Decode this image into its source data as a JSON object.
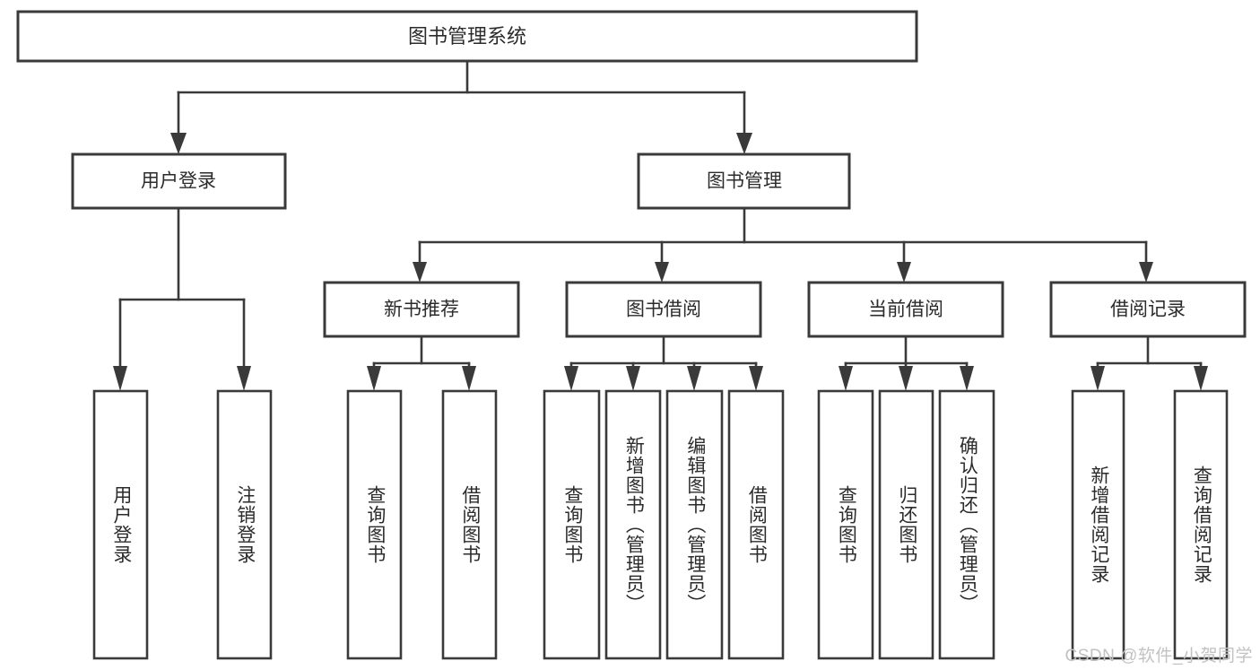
{
  "chart_data": {
    "type": "diagram",
    "diagram_kind": "functional-hierarchy-tree",
    "title": "图书管理系统",
    "orientation": "top-down",
    "levels": 4,
    "node_count": 20,
    "colors": {
      "background": "#ffffff",
      "box_fill": "#ffffff",
      "box_stroke": "#3a3a3a",
      "connector": "#3a3a3a",
      "label_text": "#2b2b2b",
      "watermark": "#c2c2c2"
    },
    "nodes": [
      {
        "id": "root",
        "label": "图书管理系统",
        "level": 0,
        "parent": null,
        "text_orientation": "horizontal"
      },
      {
        "id": "login",
        "label": "用户登录",
        "level": 1,
        "parent": "root",
        "text_orientation": "horizontal"
      },
      {
        "id": "bookmgmt",
        "label": "图书管理",
        "level": 1,
        "parent": "root",
        "text_orientation": "horizontal"
      },
      {
        "id": "newbook",
        "label": "新书推荐",
        "level": 2,
        "parent": "bookmgmt",
        "text_orientation": "horizontal"
      },
      {
        "id": "borrow",
        "label": "图书借阅",
        "level": 2,
        "parent": "bookmgmt",
        "text_orientation": "horizontal"
      },
      {
        "id": "current",
        "label": "当前借阅",
        "level": 2,
        "parent": "bookmgmt",
        "text_orientation": "horizontal"
      },
      {
        "id": "records",
        "label": "借阅记录",
        "level": 2,
        "parent": "bookmgmt",
        "text_orientation": "horizontal"
      },
      {
        "id": "login-1",
        "label": "用户登录",
        "level": 2,
        "parent": "login",
        "text_orientation": "vertical"
      },
      {
        "id": "login-2",
        "label": "注销登录",
        "level": 2,
        "parent": "login",
        "text_orientation": "vertical"
      },
      {
        "id": "newbook-1",
        "label": "查询图书",
        "level": 3,
        "parent": "newbook",
        "text_orientation": "vertical"
      },
      {
        "id": "newbook-2",
        "label": "借阅图书",
        "level": 3,
        "parent": "newbook",
        "text_orientation": "vertical"
      },
      {
        "id": "borrow-1",
        "label": "查询图书",
        "level": 3,
        "parent": "borrow",
        "text_orientation": "vertical"
      },
      {
        "id": "borrow-2",
        "label": "新增图书（管理员）",
        "level": 3,
        "parent": "borrow",
        "text_orientation": "vertical"
      },
      {
        "id": "borrow-3",
        "label": "编辑图书（管理员）",
        "level": 3,
        "parent": "borrow",
        "text_orientation": "vertical"
      },
      {
        "id": "borrow-4",
        "label": "借阅图书",
        "level": 3,
        "parent": "borrow",
        "text_orientation": "vertical"
      },
      {
        "id": "current-1",
        "label": "查询图书",
        "level": 3,
        "parent": "current",
        "text_orientation": "vertical"
      },
      {
        "id": "current-2",
        "label": "归还图书",
        "level": 3,
        "parent": "current",
        "text_orientation": "vertical"
      },
      {
        "id": "current-3",
        "label": "确认归还（管理员）",
        "level": 3,
        "parent": "current",
        "text_orientation": "vertical"
      },
      {
        "id": "records-1",
        "label": "新增借阅记录",
        "level": 3,
        "parent": "records",
        "text_orientation": "vertical"
      },
      {
        "id": "records-2",
        "label": "查询借阅记录",
        "level": 3,
        "parent": "records",
        "text_orientation": "vertical"
      }
    ]
  },
  "diagram": {
    "root": {
      "label": "图书管理系统"
    },
    "level1": [
      {
        "label": "用户登录"
      },
      {
        "label": "图书管理"
      }
    ],
    "level2": [
      {
        "label": "新书推荐"
      },
      {
        "label": "图书借阅"
      },
      {
        "label": "当前借阅"
      },
      {
        "label": "借阅记录"
      }
    ],
    "leaves": {
      "login": [
        {
          "label": "用户登录"
        },
        {
          "label": "注销登录"
        }
      ],
      "newbook": [
        {
          "label": "查询图书"
        },
        {
          "label": "借阅图书"
        }
      ],
      "borrow": [
        {
          "label": "查询图书"
        },
        {
          "label": "新增图书（管理员）"
        },
        {
          "label": "编辑图书（管理员）"
        },
        {
          "label": "借阅图书"
        }
      ],
      "current": [
        {
          "label": "查询图书"
        },
        {
          "label": "归还图书"
        },
        {
          "label": "确认归还（管理员）"
        }
      ],
      "records": [
        {
          "label": "新增借阅记录"
        },
        {
          "label": "查询借阅记录"
        }
      ]
    }
  },
  "watermark": {
    "text": "CSDN @软件_小贺同学"
  }
}
